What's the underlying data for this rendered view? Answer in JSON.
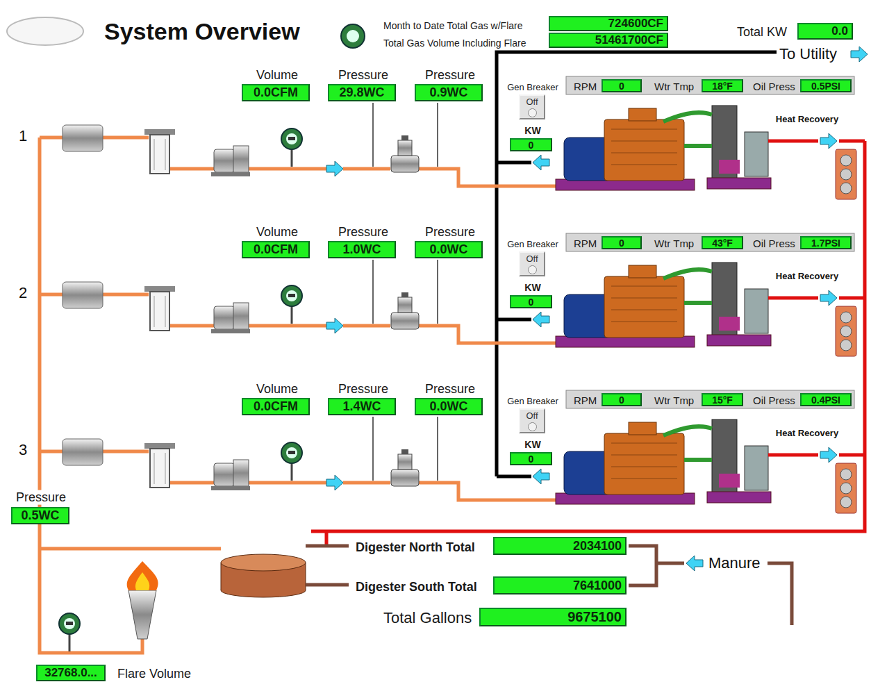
{
  "diagram": {
    "title": "System Overview",
    "nodes": [
      {
        "text": [
          "Month to Date Total Gas w/Flare",
          "724600CF"
        ]
      },
      {
        "text": [
          "Total Gas Volume Including Flare",
          "51461700CF"
        ]
      },
      {
        "text": [
          "Total KW",
          "0.0"
        ]
      },
      {
        "text": [
          "Volume",
          "0.0CFM"
        ]
      },
      {
        "text": [
          "Pressure",
          "29.8WC"
        ]
      },
      {
        "text": [
          "Pressure",
          "0.9WC"
        ]
      },
      {
        "text": [
          "Gen Breaker",
          "Off"
        ]
      },
      {
        "text": [
          "RPM",
          "0"
        ]
      },
      {
        "text": [
          "Wtr Tmp",
          "18°F"
        ]
      },
      {
        "text": [
          "Oil Press",
          "0.5PSI"
        ]
      },
      {
        "text": [
          "KW",
          "0"
        ]
      },
      {
        "text": [
          "Volume",
          "0.0CFM"
        ]
      },
      {
        "text": [
          "Pressure",
          "1.0WC"
        ]
      },
      {
        "text": [
          "Pressure",
          "0.0WC"
        ]
      },
      {
        "text": [
          "Gen Breaker",
          "Off"
        ]
      },
      {
        "text": [
          "RPM",
          "0"
        ]
      },
      {
        "text": [
          "Wtr Tmp",
          "43°F"
        ]
      },
      {
        "text": [
          "Oil Press",
          "1.7PSI"
        ]
      },
      {
        "text": [
          "KW",
          "0"
        ]
      },
      {
        "text": [
          "Volume",
          "0.0CFM"
        ]
      },
      {
        "text": [
          "Pressure",
          "1.4WC"
        ]
      },
      {
        "text": [
          "Pressure",
          "0.0WC"
        ]
      },
      {
        "text": [
          "Gen Breaker",
          "Off"
        ]
      },
      {
        "text": [
          "RPM",
          "0"
        ]
      },
      {
        "text": [
          "Wtr Tmp",
          "15°F"
        ]
      },
      {
        "text": [
          "Oil Press",
          "0.4PSI"
        ]
      },
      {
        "text": [
          "KW",
          "0"
        ]
      },
      {
        "text": [
          "Pressure",
          "0.5WC"
        ]
      },
      {
        "text": [
          "Digester North Total",
          "2034100"
        ]
      },
      {
        "text": [
          "Digester South Total",
          "7641000"
        ]
      },
      {
        "text": [
          "Total Gallons",
          "9675100"
        ]
      },
      {
        "text": [
          "32768.0...",
          "Flare Volume"
        ]
      }
    ],
    "labels": [
      "To Utility",
      "1",
      "Heat Recovery",
      "2",
      "Heat Recovery",
      "3",
      "Heat Recovery",
      "Manure"
    ]
  }
}
